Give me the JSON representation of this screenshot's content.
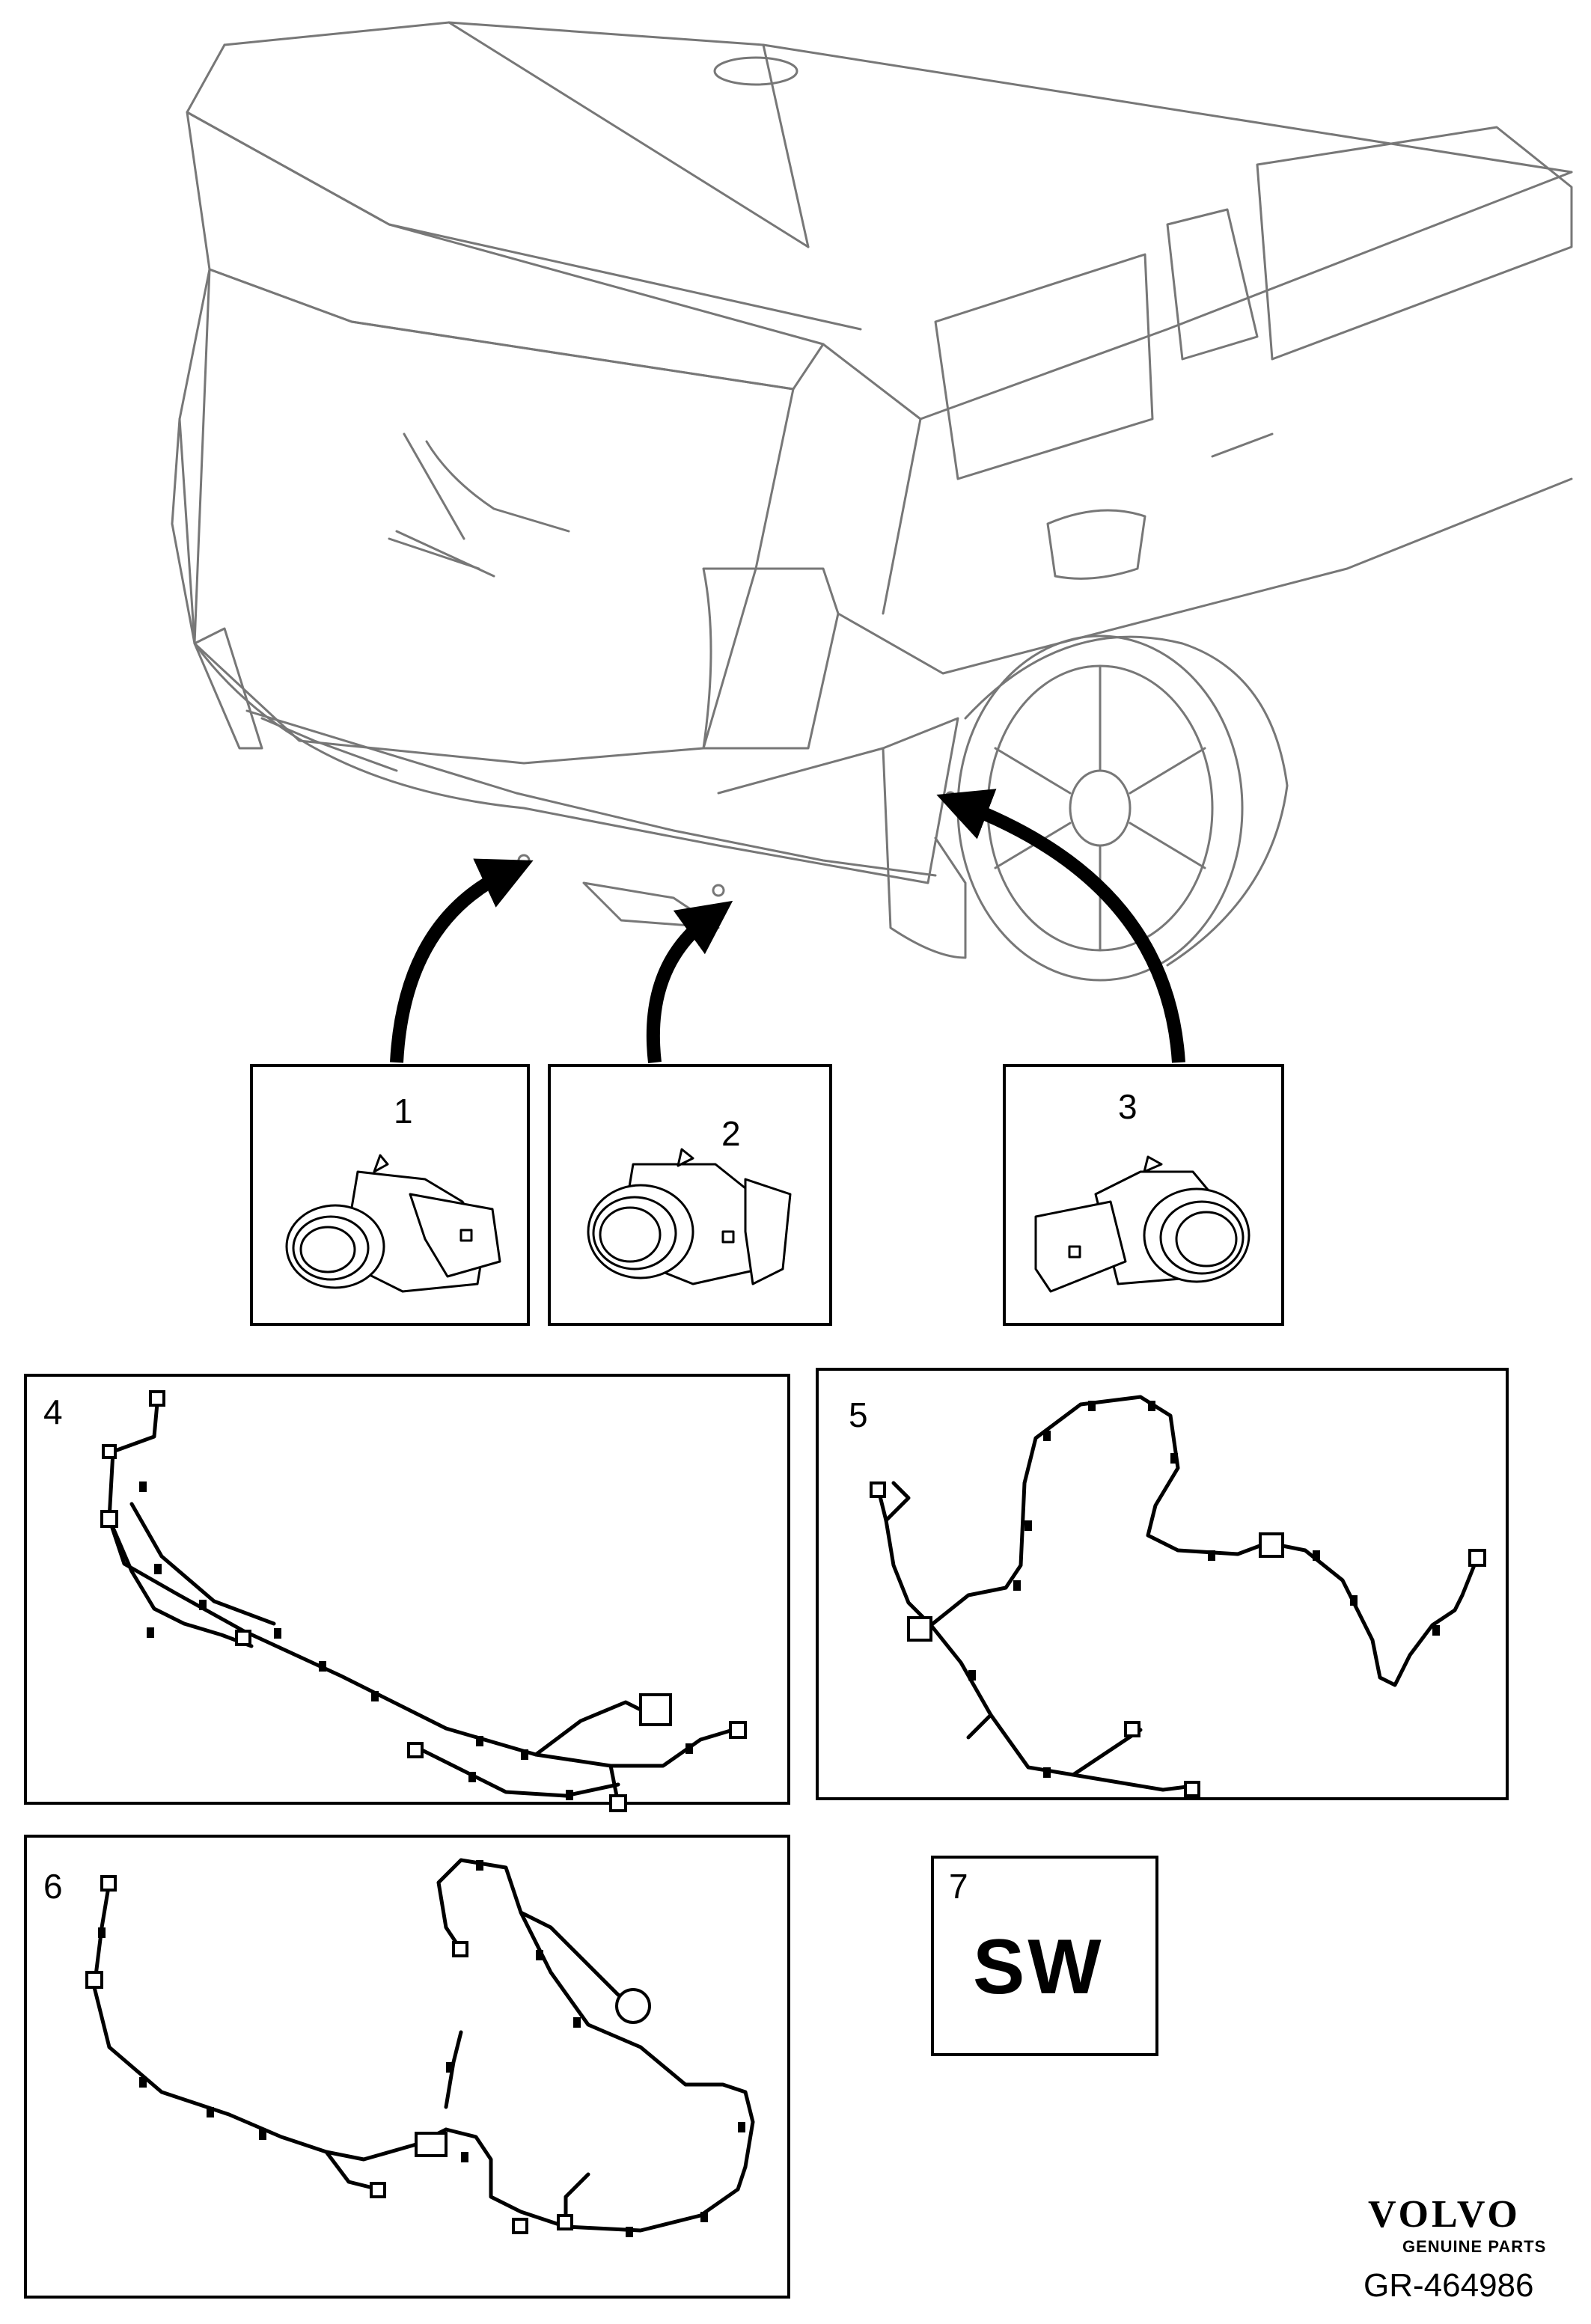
{
  "callouts": [
    {
      "id": "1",
      "label": "1"
    },
    {
      "id": "2",
      "label": "2"
    },
    {
      "id": "3",
      "label": "3"
    },
    {
      "id": "4",
      "label": "4"
    },
    {
      "id": "5",
      "label": "5"
    },
    {
      "id": "6",
      "label": "6"
    },
    {
      "id": "7",
      "label": "7"
    }
  ],
  "software_code": "SW",
  "brand": {
    "name": "VOLVO",
    "tagline": "GENUINE PARTS"
  },
  "reference": "GR-464986",
  "icons": [
    "car-rear-illustration",
    "parking-sensor-icon",
    "wiring-harness-icon",
    "callout-arrow"
  ],
  "colors": {
    "line": "#000000",
    "car_line": "#777777",
    "background": "#ffffff"
  }
}
